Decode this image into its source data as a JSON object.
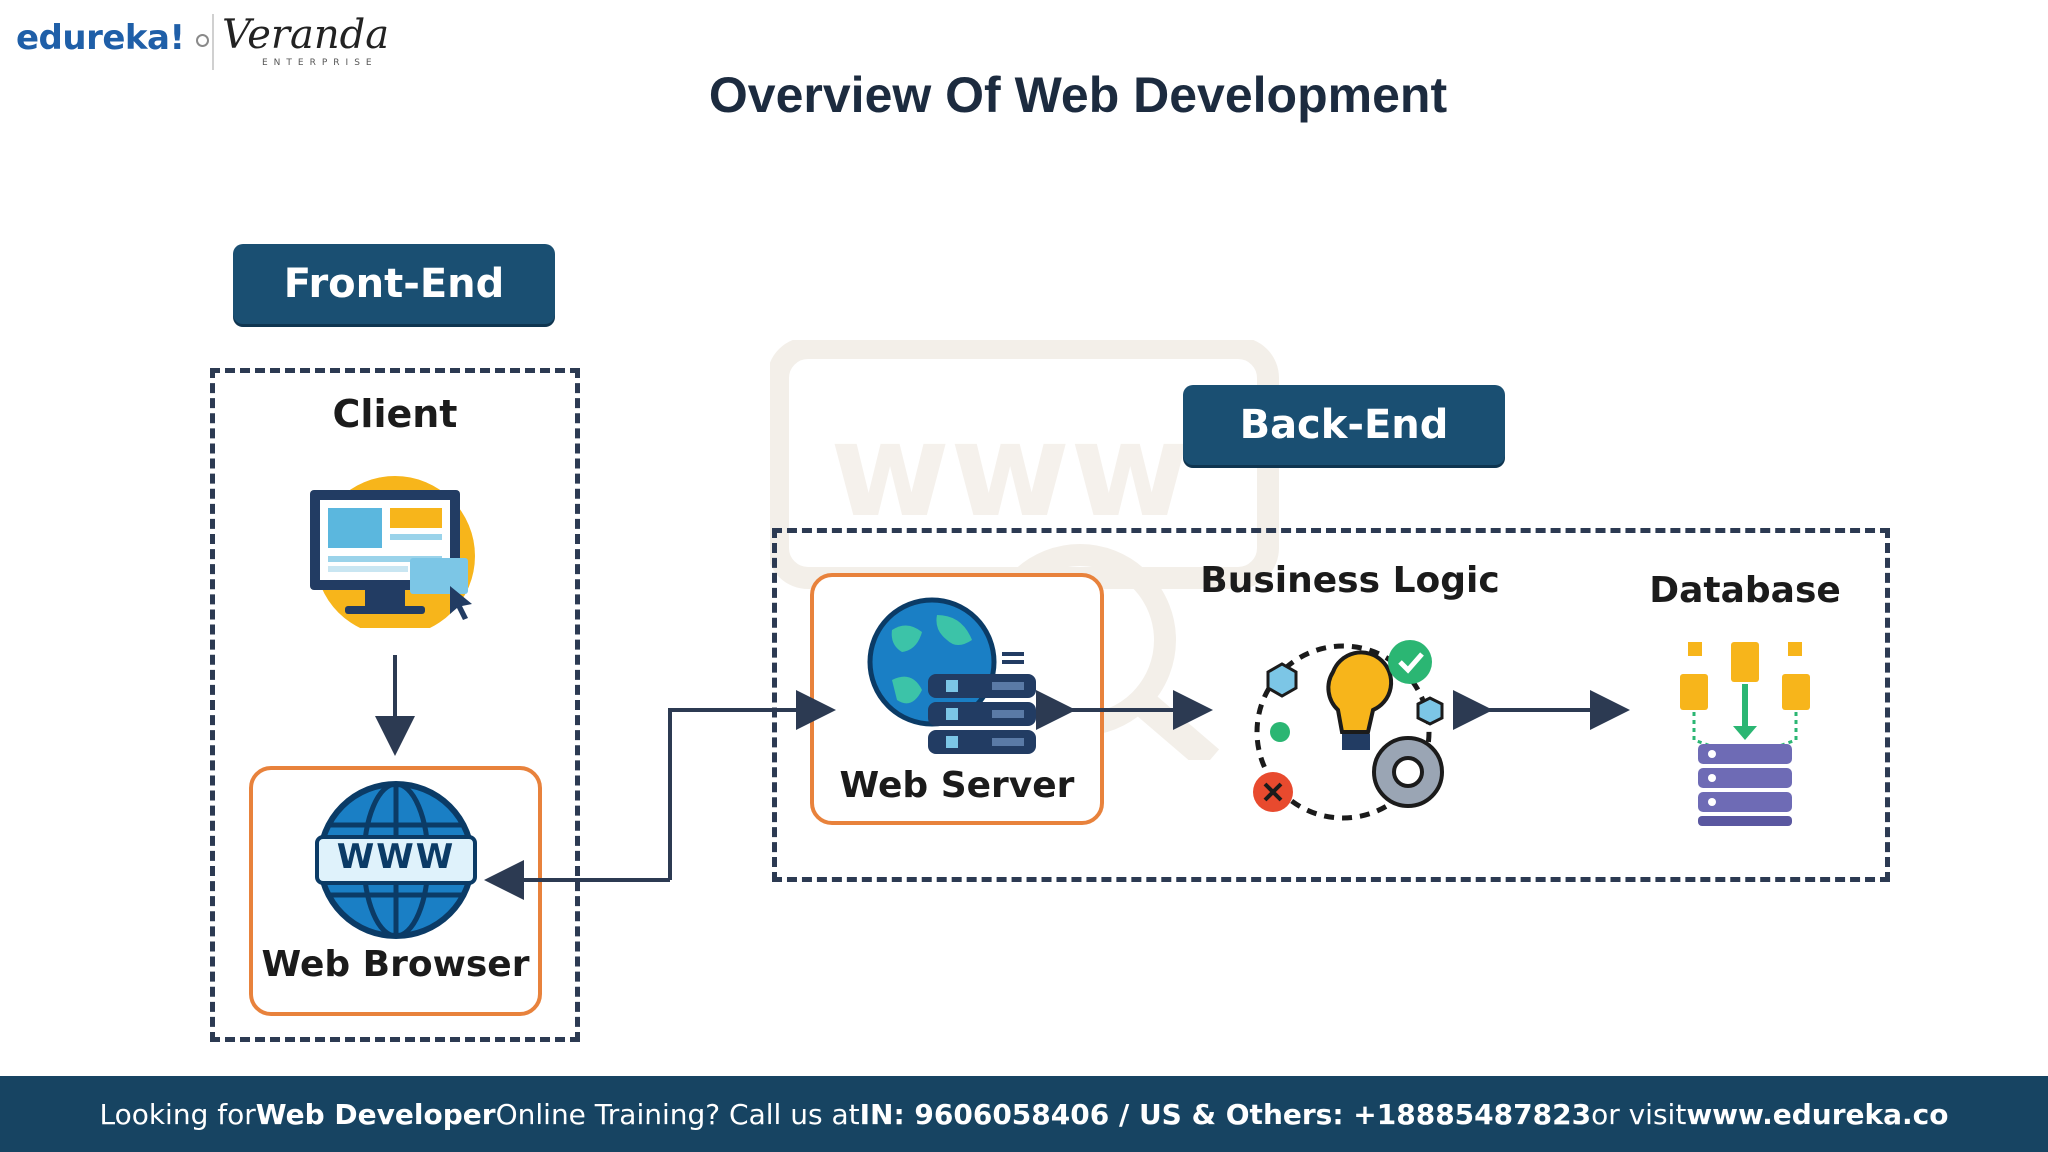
{
  "brand": {
    "edureka": "edureka!",
    "veranda": "Veranda",
    "veranda_sub": "ENTERPRISE"
  },
  "title": "Overview Of Web Development",
  "frontend": {
    "pill": "Front-End",
    "client_label": "Client",
    "browser_label": "Web Browser",
    "browser_icon_text": "WWW"
  },
  "backend": {
    "pill": "Back-End",
    "server_label": "Web Server",
    "logic_label": "Business Logic",
    "database_label": "Database"
  },
  "footer": {
    "p1": "Looking for ",
    "b1": "Web Developer",
    "p2": " Online Training? Call us at ",
    "b2": "IN: 9606058406 / US & Others: +18885487823",
    "p3": " or visit ",
    "b3": "www.edureka.co"
  },
  "colors": {
    "pill": "#1a4f72",
    "footer": "#174462",
    "orange": "#e8823c",
    "dash": "#2c3a52"
  }
}
